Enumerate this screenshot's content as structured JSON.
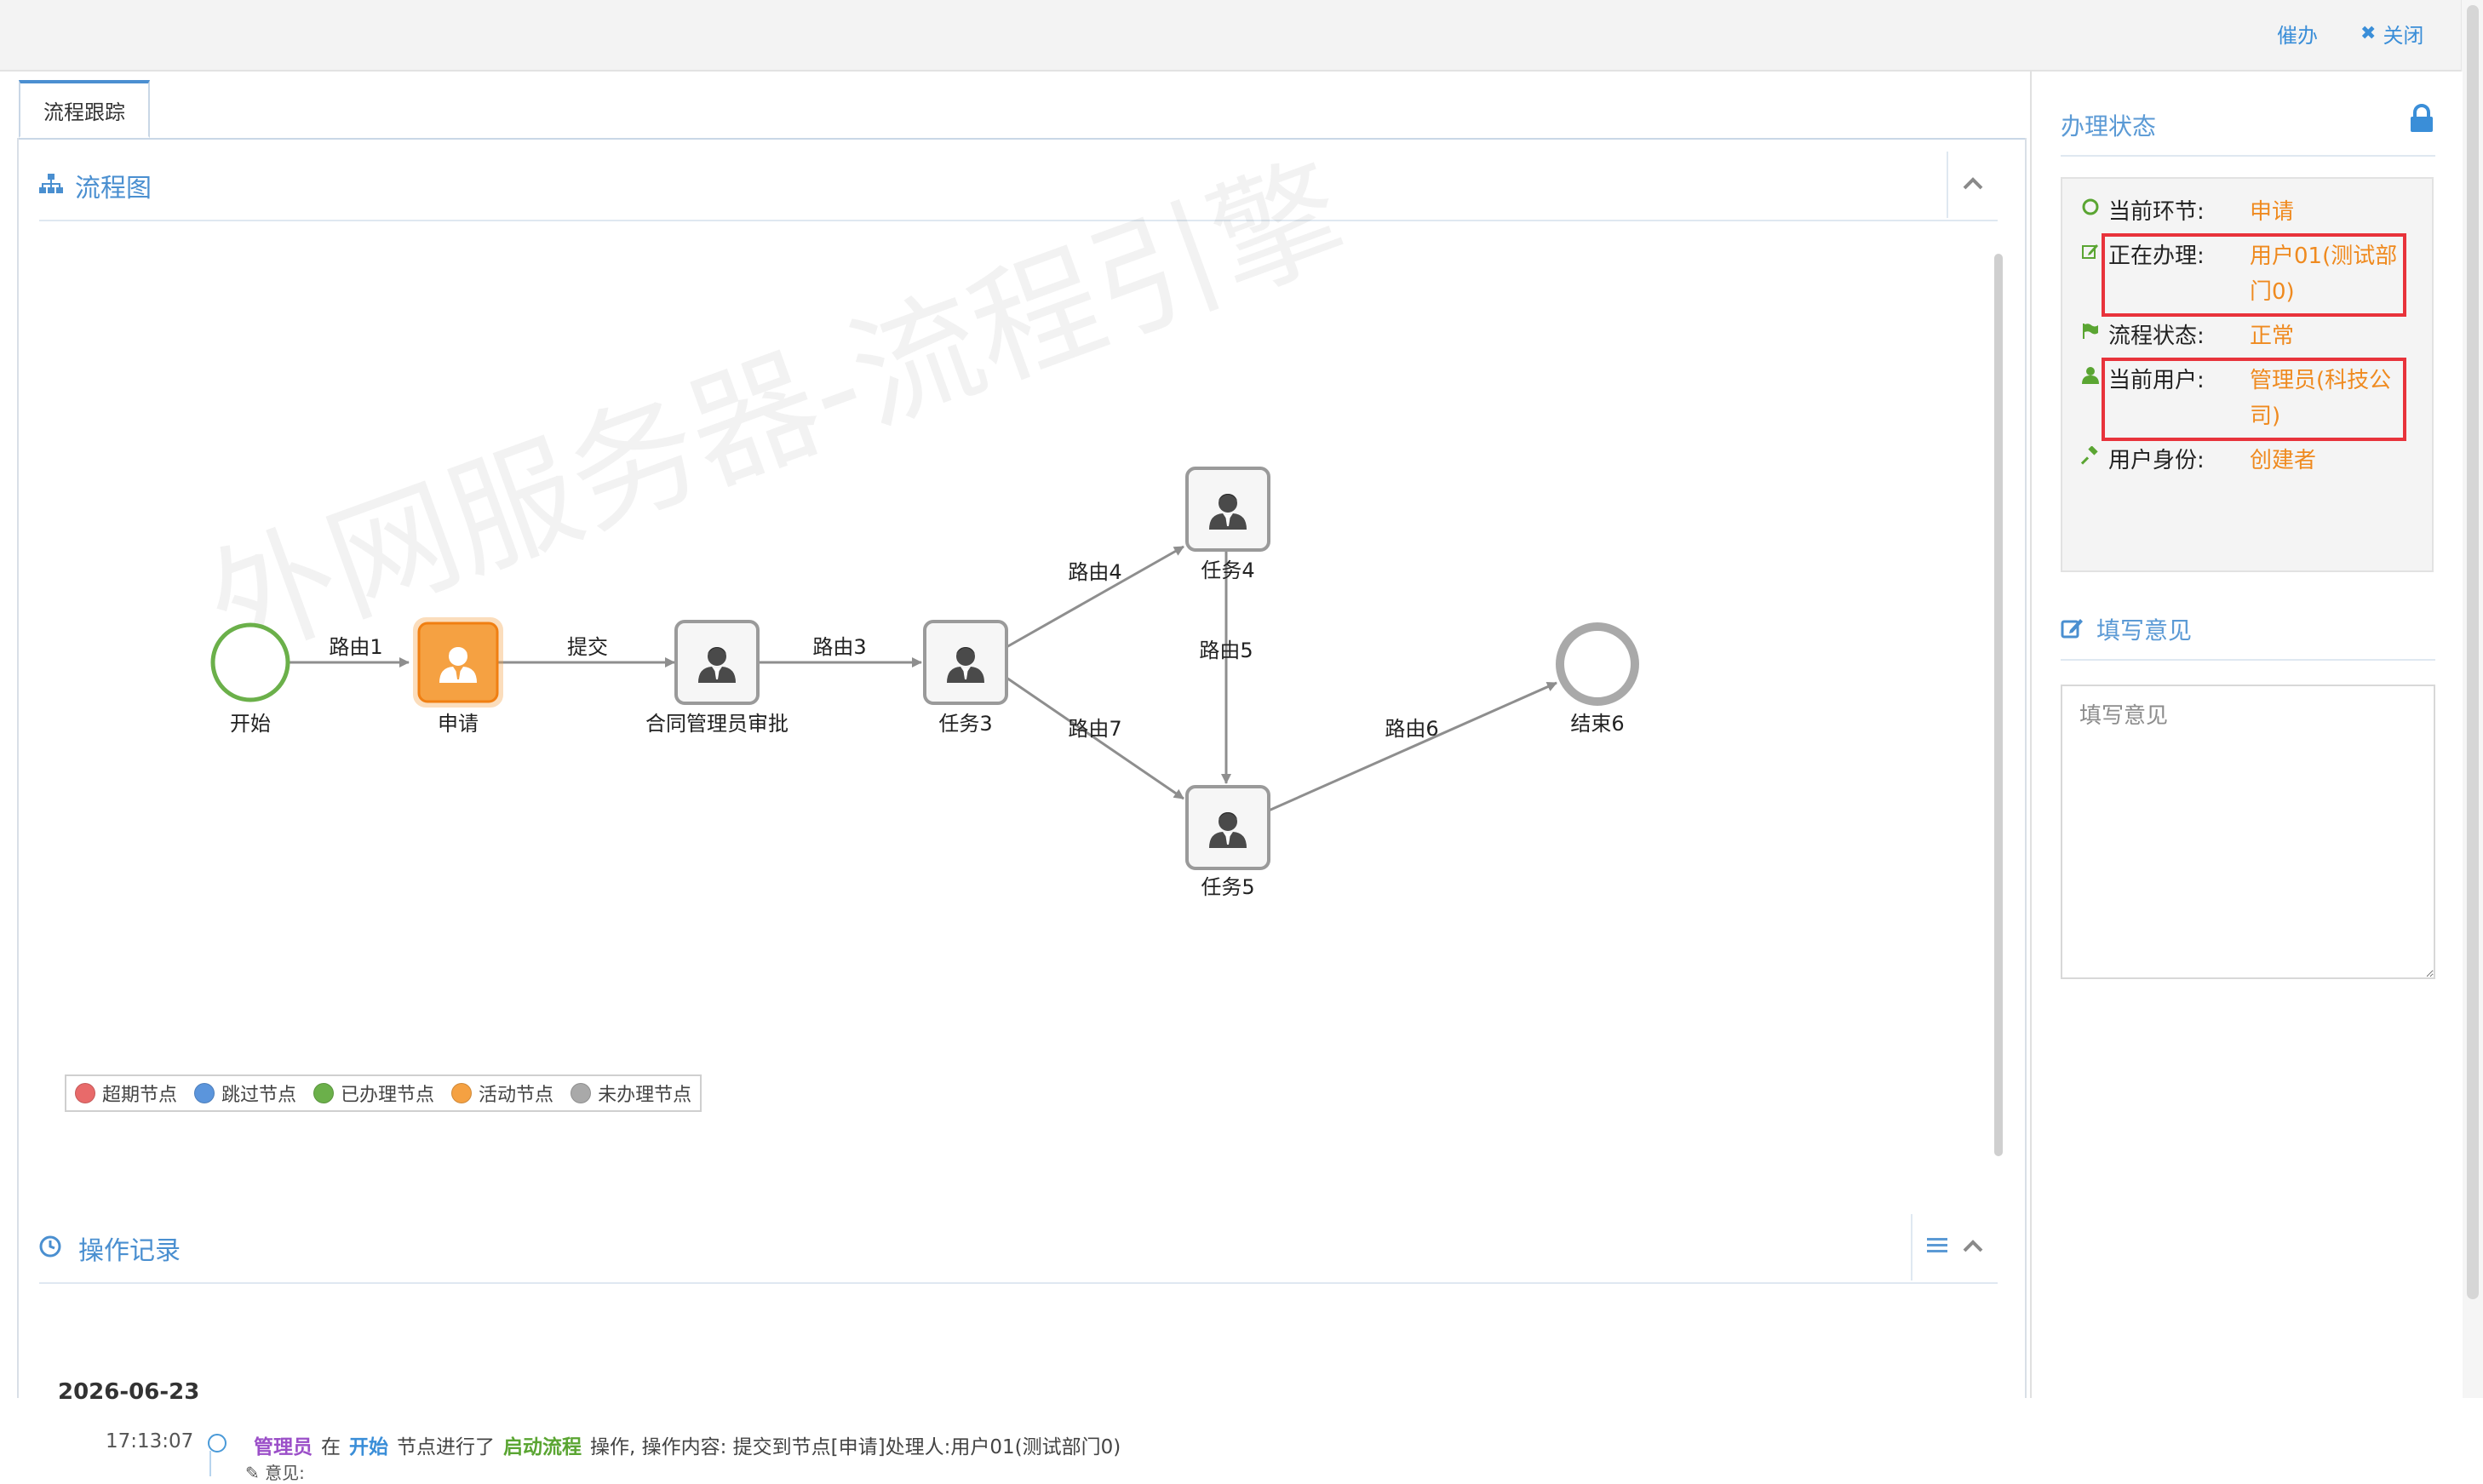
{
  "topbar": {
    "urge_label": "催办",
    "close_label": "关闭"
  },
  "tabs": [
    {
      "label": "流程跟踪"
    }
  ],
  "flowchart_section": {
    "title": "流程图"
  },
  "nodes": {
    "start": "开始",
    "apply": "申请",
    "contract_review": "合同管理员审批",
    "task3": "任务3",
    "task4": "任务4",
    "task5": "任务5",
    "end": "结束6"
  },
  "edges": {
    "route1": "路由1",
    "submit": "提交",
    "route3": "路由3",
    "route4": "路由4",
    "route5": "路由5",
    "route7": "路由7",
    "route6": "路由6"
  },
  "watermark": "外网服务器-流程引擎",
  "legend": [
    {
      "label": "超期节点",
      "color": "#e86a6a"
    },
    {
      "label": "跳过节点",
      "color": "#5b95dc"
    },
    {
      "label": "已办理节点",
      "color": "#6bb04a"
    },
    {
      "label": "活动节点",
      "color": "#f5a142"
    },
    {
      "label": "未办理节点",
      "color": "#a9a9a9"
    }
  ],
  "records_section": {
    "title": "操作记录"
  },
  "records": {
    "date": "2026-06-23",
    "items": [
      {
        "time": "17:13:07",
        "user": "管理员",
        "word_at": "在",
        "node": "开始",
        "word_node": "节点进行了",
        "action": "启动流程",
        "content": "操作, 操作内容: 提交到节点[申请]处理人:用户01(测试部门0)",
        "opinion_label": "意见:"
      }
    ]
  },
  "status_panel": {
    "title": "办理状态",
    "rows": {
      "current_step": {
        "label": "当前环节:",
        "value": "申请"
      },
      "handling": {
        "label": "正在办理:",
        "value": "用户01(测试部门0)"
      },
      "flow_status": {
        "label": "流程状态:",
        "value": "正常"
      },
      "current_user": {
        "label": "当前用户:",
        "value": "管理员(科技公司)"
      },
      "identity": {
        "label": "用户身份:",
        "value": "创建者"
      }
    }
  },
  "opinion": {
    "title": "填写意见",
    "placeholder": "填写意见"
  },
  "colors": {
    "accent": "#4a8fd0",
    "active_node": "#f5a142",
    "done_node": "#6bb04a",
    "status_value": "#ef8a1f",
    "highlight": "#e8333b"
  }
}
